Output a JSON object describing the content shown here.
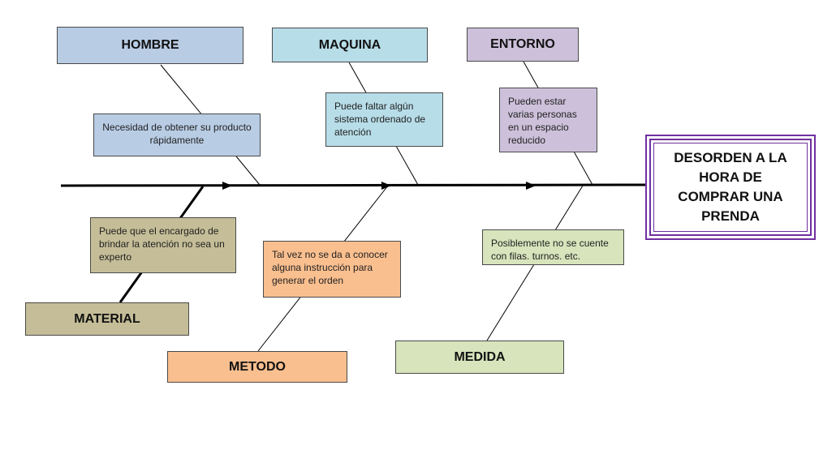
{
  "effect": {
    "text": "DESORDEN A LA HORA DE COMPRAR UNA PRENDA"
  },
  "categories": {
    "hombre": "HOMBRE",
    "maquina": "MAQUINA",
    "entorno": "ENTORNO",
    "material": "MATERIAL",
    "metodo": "METODO",
    "medida": "MEDIDA"
  },
  "causes": {
    "hombre": "Necesidad de obtener su producto rápidamente",
    "maquina": "Puede faltar algún sistema ordenado de atención",
    "entorno": "Pueden estar varias personas en un espacio reducido",
    "material": "Puede que el encargado de brindar la atención no sea un experto",
    "metodo": "Tal vez no se da a conocer alguna instrucción para generar el orden",
    "medida": "Posiblemente no se cuente con filas. turnos. etc."
  },
  "colors": {
    "hombre": "#b8cce4",
    "maquina": "#b7dde8",
    "entorno": "#ccc0da",
    "material": "#c4bd97",
    "metodo": "#fabf8f",
    "medida": "#d7e4bc",
    "effect_border": "#7030a0"
  }
}
